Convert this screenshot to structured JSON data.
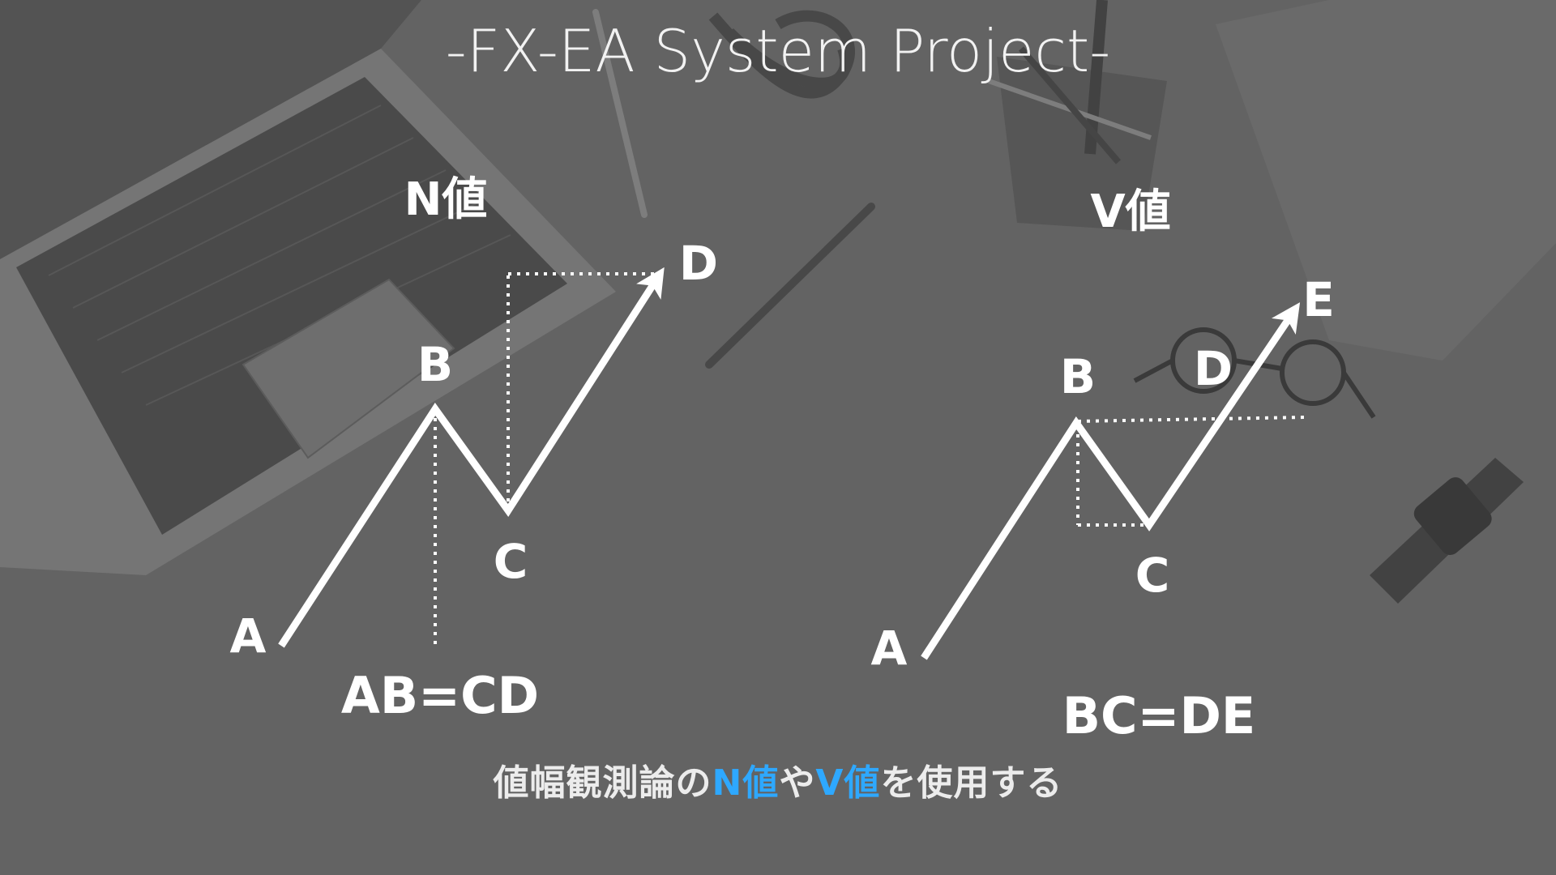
{
  "title": "-FX-EA System Project-",
  "n_diagram": {
    "heading": "N値",
    "labels": {
      "a": "A",
      "b": "B",
      "c": "C",
      "d": "D"
    },
    "equation": "AB=CD"
  },
  "v_diagram": {
    "heading": "V値",
    "labels": {
      "a": "A",
      "b": "B",
      "c": "C",
      "d": "D",
      "e": "E"
    },
    "equation": "BC=DE"
  },
  "caption": {
    "part1": "値幅観測論の",
    "highlight1": "N値",
    "part2": "や",
    "highlight2": "V値",
    "part3": "を使用する"
  },
  "colors": {
    "background": "#6a6a6a",
    "foreground": "#ffffff",
    "caption_text": "#ececec",
    "accent": "#2ea8ff"
  }
}
